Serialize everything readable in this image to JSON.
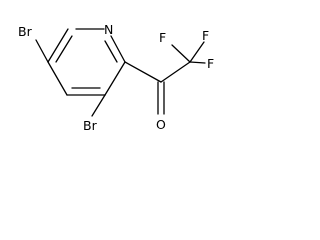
{
  "molecule": {
    "atoms": {
      "br_top": "Br",
      "n_ring": "N",
      "br_bottom": "Br",
      "f_left": "F",
      "f_right": "F",
      "f_lower": "F",
      "o_carbonyl": "O"
    }
  }
}
